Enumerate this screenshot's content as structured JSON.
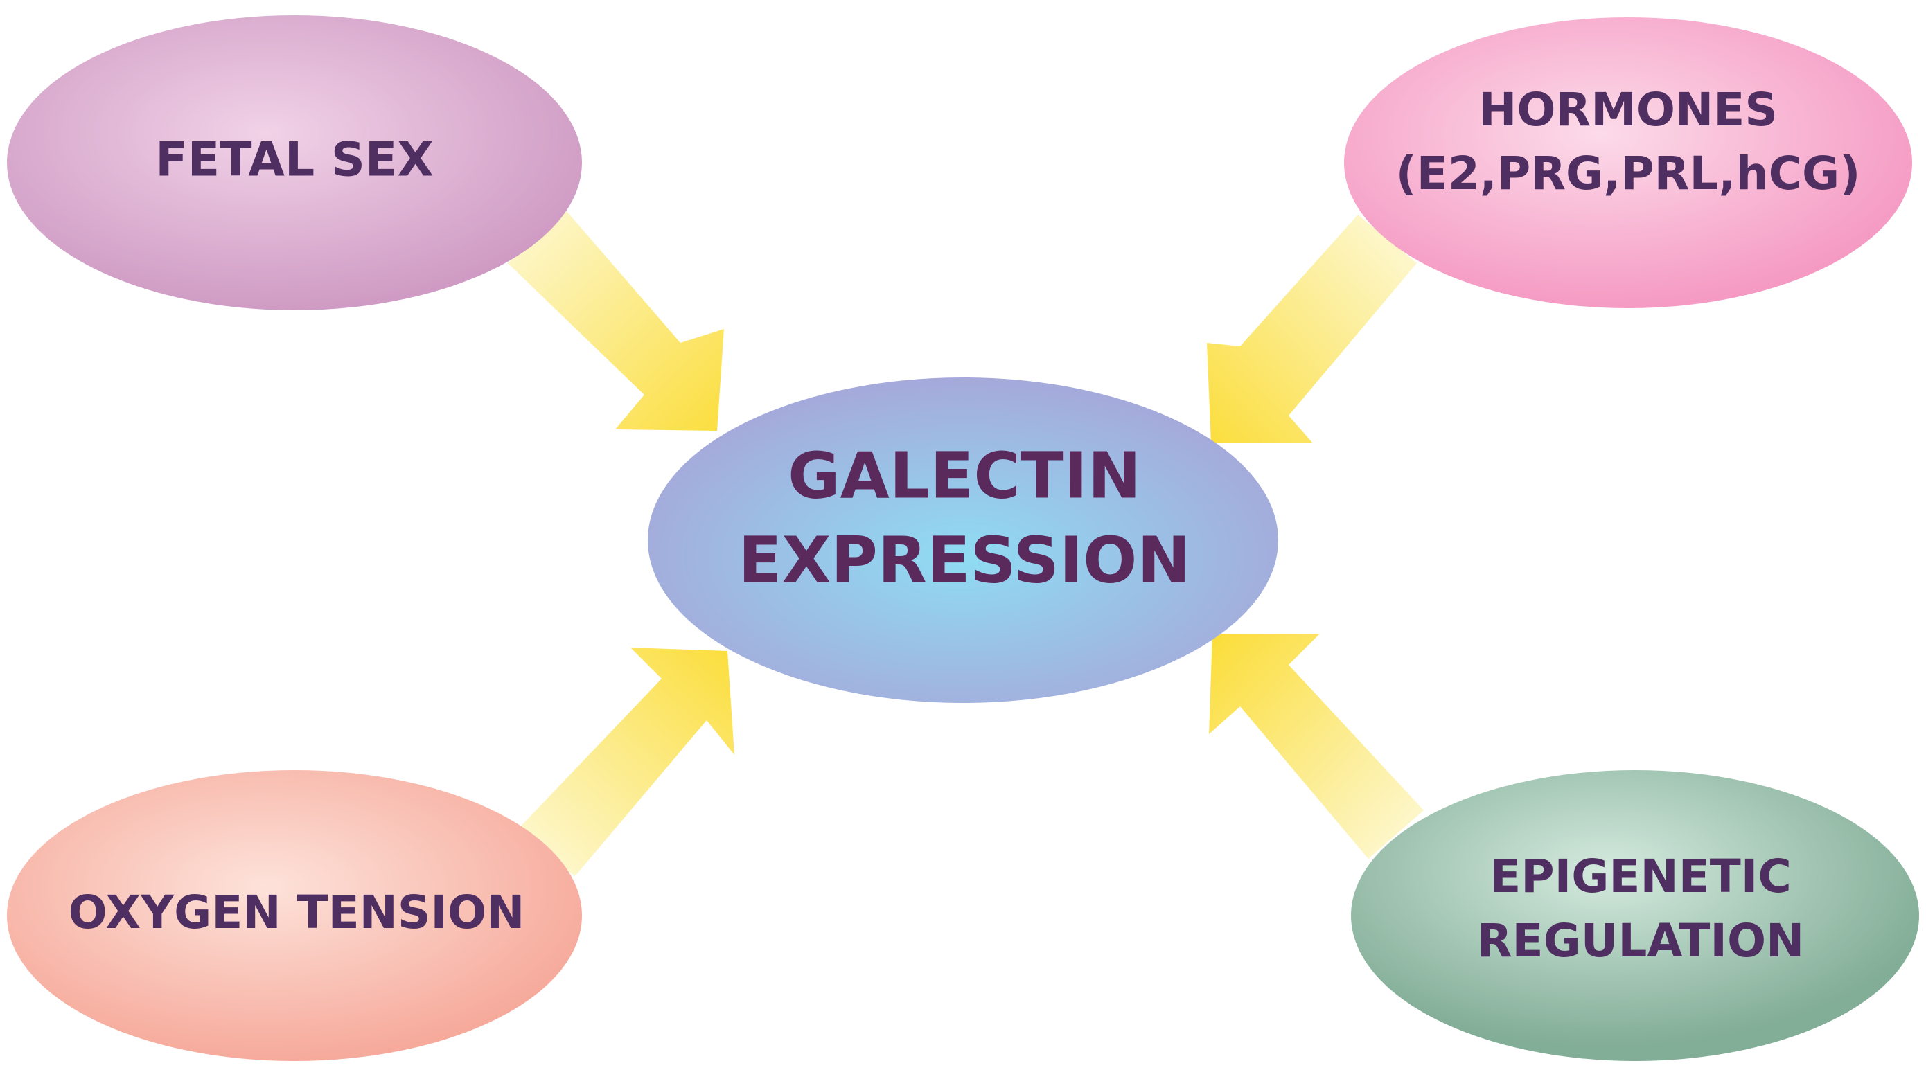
{
  "diagram": {
    "center": {
      "lines": [
        "GALECTIN",
        "EXPRESSION"
      ]
    },
    "factors": {
      "fetal_sex": {
        "lines": [
          "FETAL SEX"
        ]
      },
      "hormones": {
        "lines": [
          "HORMONES",
          "(E2,PRG,PRL,hCG)"
        ]
      },
      "oxygen_tension": {
        "lines": [
          "OXYGEN TENSION"
        ]
      },
      "epigenetic_regulation": {
        "lines": [
          "EPIGENETIC",
          "REGULATION"
        ]
      }
    },
    "colors": {
      "text": "#4f2f61",
      "arrow": "#fbe04a",
      "arrow_fade": "#fdf6c8",
      "fetal_sex": "#d8a6cc",
      "hormones": "#f7a7cc",
      "oxygen_tension": "#f8b6a8",
      "epigenetic_regulation": "#8fb8a2",
      "center": "#9fb3e0"
    }
  }
}
